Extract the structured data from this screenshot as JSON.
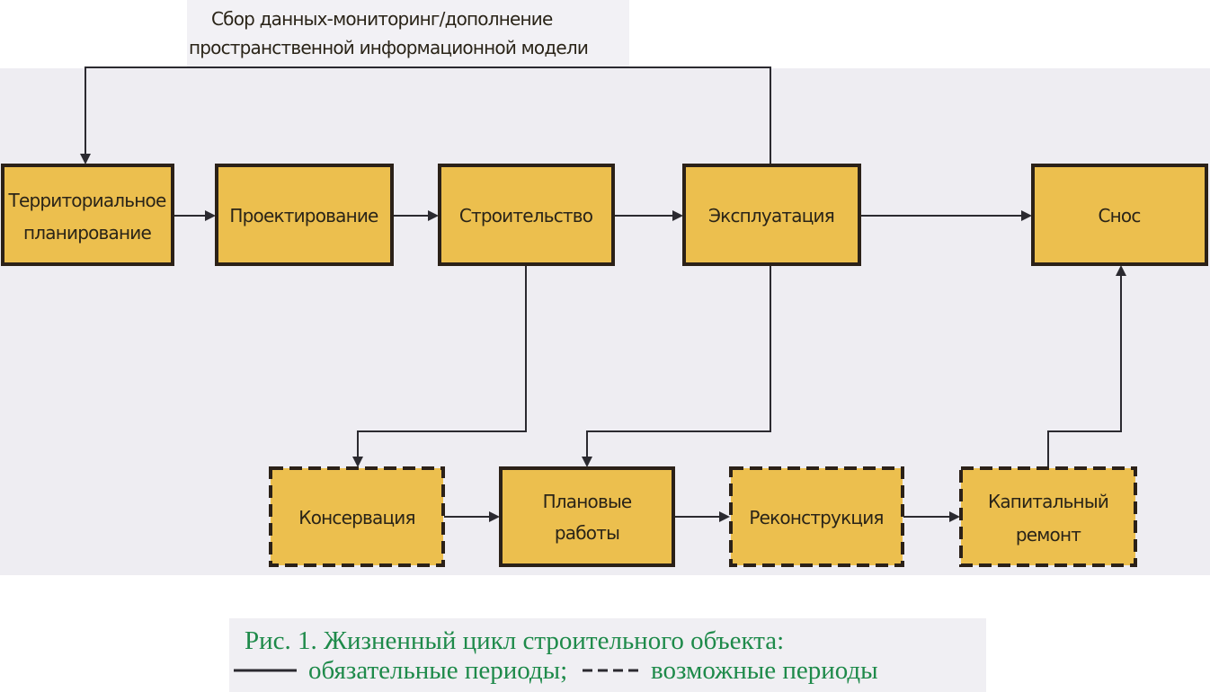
{
  "top_label": {
    "line1": "Сбор данных-мониторинг/дополнение",
    "line2": "пространственной информационной модели"
  },
  "boxes": {
    "territorial": {
      "line1": "Территориальное",
      "line2": "планирование",
      "style": "solid"
    },
    "design": {
      "label": "Проектирование",
      "style": "solid"
    },
    "construction": {
      "label": "Строительство",
      "style": "solid"
    },
    "operation": {
      "label": "Эксплуатация",
      "style": "solid"
    },
    "demolition": {
      "label": "Снос",
      "style": "solid"
    },
    "conservation": {
      "label": "Консервация",
      "style": "dashed"
    },
    "planned": {
      "line1": "Плановые",
      "line2": "работы",
      "style": "solid"
    },
    "reconstruction": {
      "label": "Реконструкция",
      "style": "dashed"
    },
    "overhaul": {
      "line1": "Капитальный",
      "line2": "ремонт",
      "style": "dashed"
    }
  },
  "caption": {
    "title": "Рис. 1. Жизненный цикл строительного объекта:",
    "legend_solid": "обязательные периоды;",
    "legend_dashed": "возможные периоды"
  },
  "colors": {
    "box_fill": "#ecbf4e",
    "box_border": "#2b2118",
    "line": "#2b2a30",
    "paper": "#eeedf2",
    "caption": "#1e8a4a"
  }
}
